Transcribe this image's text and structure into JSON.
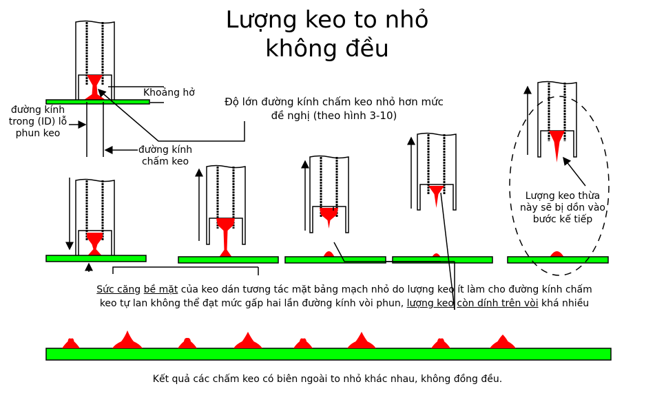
{
  "title_line1": "Lượng keo to nhỏ",
  "title_line2": "không đều",
  "labels": {
    "gap": "Khoảng hở",
    "inner_diameter": [
      "đường kính",
      "trong (ID) lỗ",
      "phun keo"
    ],
    "dot_diameter": [
      "đường kính",
      "chấm keo"
    ],
    "dot_smaller": [
      "Độ lớn đường kính chấm keo nhỏ hơn mức",
      "đề nghị (theo hình 3-10)"
    ],
    "excess": [
      "Lượng keo thừa",
      "này sẽ bị dồn vào",
      "bước kế tiếp"
    ]
  },
  "explanation": {
    "p1": "Sức căng",
    "p2": "bề mặt",
    "p3": " của keo dán tương tác mặt bảng mạch nhỏ do lượng keo",
    "p4": " ít làm cho đường kính chấm",
    "p5": "keo tự lan không thể đạt mức gấp hai lần đường kính vòi phun, ",
    "p6": "lượng keo",
    "p7": "còn dính trên vòi",
    "p8": " khá nhiều"
  },
  "result": "Kết quả các chấm keo có biên ngoài to nhỏ khác nhau, không đồng đều.",
  "colors": {
    "board": "#00ff00",
    "glue": "#ff0000",
    "line": "#000000"
  }
}
